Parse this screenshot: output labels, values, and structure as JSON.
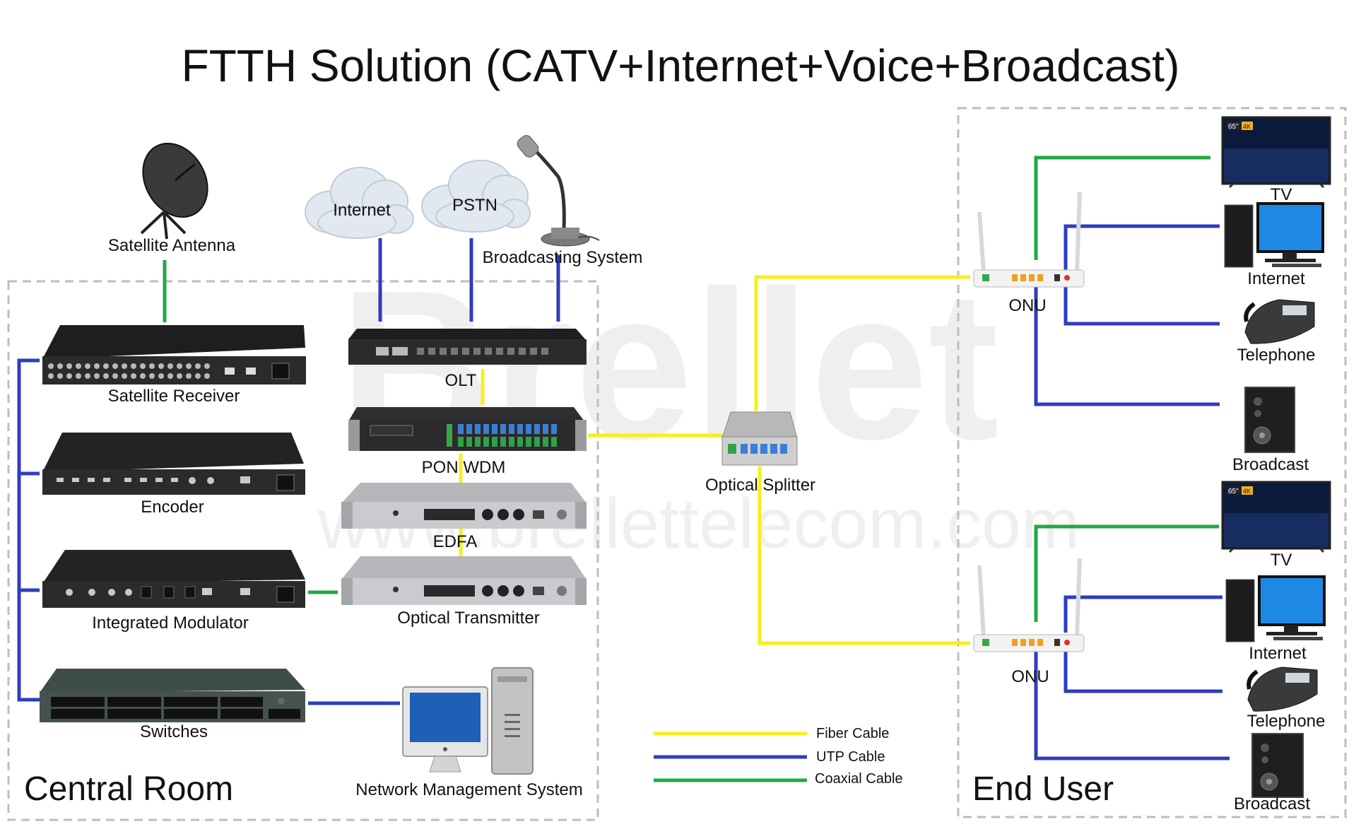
{
  "title": "FTTH Solution (CATV+Internet+Voice+Broadcast)",
  "regions": {
    "central": "Central Room",
    "end_user": "End User"
  },
  "watermark": {
    "brand": "Brellet",
    "url": "www.brellettelecom.com"
  },
  "sources": {
    "satellite": "Satellite Antenna",
    "internet": "Internet",
    "pstn": "PSTN",
    "broadcasting": "Broadcasting System"
  },
  "central_devices": {
    "satellite_receiver": "Satellite Receiver",
    "encoder": "Encoder",
    "modulator": "Integrated Modulator",
    "switches": "Switches",
    "nms": "Network Management System",
    "olt": "OLT",
    "pon_wdm": "PON WDM",
    "edfa": "EDFA",
    "optical_transmitter": "Optical Transmitter"
  },
  "splitter": "Optical Splitter",
  "end_user_1": {
    "onu": "ONU",
    "tv": "TV",
    "tv_badge_size": "65\"",
    "tv_badge_res": "4K",
    "internet": "Internet",
    "telephone": "Telephone",
    "broadcast": "Broadcast"
  },
  "end_user_2": {
    "onu": "ONU",
    "tv": "TV",
    "tv_badge_size": "65\"",
    "tv_badge_res": "4K",
    "internet": "Internet",
    "telephone": "Telephone",
    "broadcast": "Broadcast"
  },
  "legend": {
    "fiber": "Fiber Cable",
    "utp": "UTP Cable",
    "coax": "Coaxial Cable"
  },
  "colors": {
    "fiber": "#f5f01e",
    "utp": "#2e3dbd",
    "coax": "#22a844",
    "region_border": "#bdbdbd",
    "device_dark": "#2b2b2e",
    "device_silver": "#c9cbce"
  }
}
